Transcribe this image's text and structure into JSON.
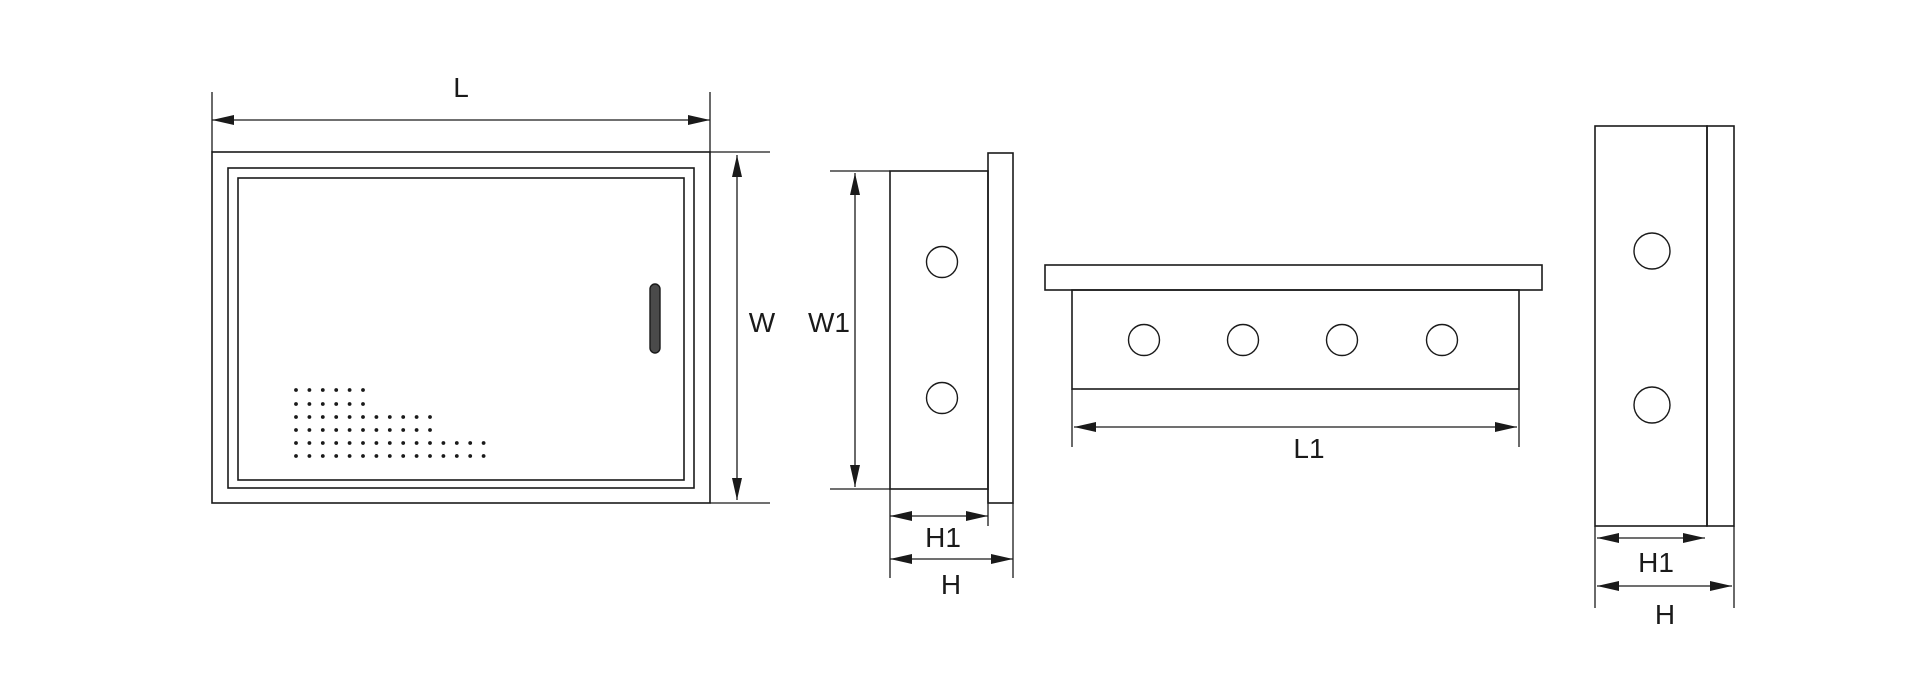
{
  "labels": {
    "front_length": "L",
    "front_width": "W",
    "side_inner_width": "W1",
    "side_inner_depth": "H1",
    "side_depth": "H",
    "bottom_length": "L1",
    "end_inner_depth": "H1",
    "end_depth": "H"
  },
  "colors": {
    "line": "#1a1a1a",
    "background": "#ffffff",
    "handle": "#4a4a4a"
  },
  "components": {
    "handle": "door-handle",
    "vent": "ventilation-dot-grid"
  }
}
